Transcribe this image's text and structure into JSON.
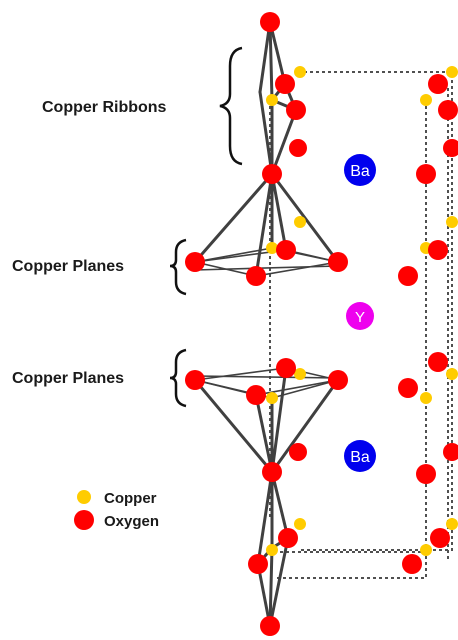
{
  "labels": {
    "copper_ribbons": "Copper Ribbons",
    "copper_planes_upper": "Copper Planes",
    "copper_planes_lower": "Copper Planes"
  },
  "atoms": {
    "ba_upper": "Ba",
    "yttrium": "Y",
    "ba_lower": "Ba"
  },
  "legend": {
    "copper": "Copper",
    "oxygen": "Oxygen"
  },
  "colors": {
    "oxygen": "#ff0000",
    "copper": "#ffcc00",
    "barium": "#0000ee",
    "yttrium": "#ee00ee",
    "bond": "#404040",
    "cell": "#505050"
  }
}
